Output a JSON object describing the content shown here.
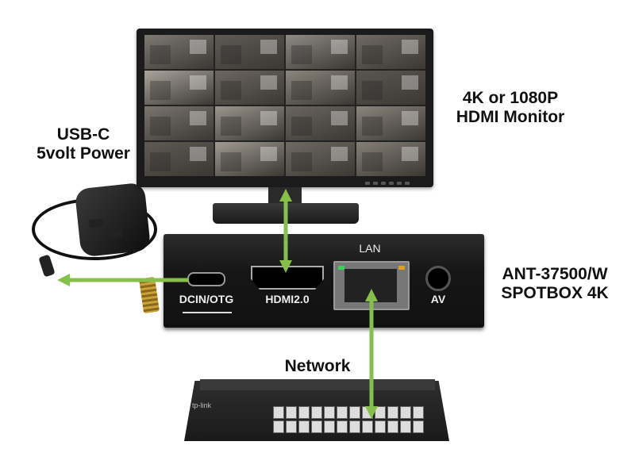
{
  "labels": {
    "monitor": [
      "4K or 1080P",
      "HDMI Monitor"
    ],
    "power": [
      "USB-C",
      "5volt Power"
    ],
    "device": [
      "ANT-37500/W",
      "SPOTBOX 4K"
    ],
    "network": "Network"
  },
  "ports": {
    "lan": "LAN",
    "dc": "DCIN/OTG",
    "hdmi": "HDMI2.0",
    "av": "AV"
  },
  "switch_brand": "tp-link",
  "colors": {
    "arrow": "#86c04a",
    "device": "#161616",
    "led_green": "#39d353",
    "led_amber": "#e0a020"
  },
  "camera_tiles": [
    "#7d7a74",
    "#5e5a55",
    "#8e8a84",
    "#6f6a63",
    "#a9a49c",
    "#6c6760",
    "#8b857d",
    "#5b5650",
    "#7a756e",
    "#9a958d",
    "#6a655f",
    "#8a847c",
    "#5f5a54",
    "#a09a92",
    "#706b64",
    "#857f77"
  ]
}
